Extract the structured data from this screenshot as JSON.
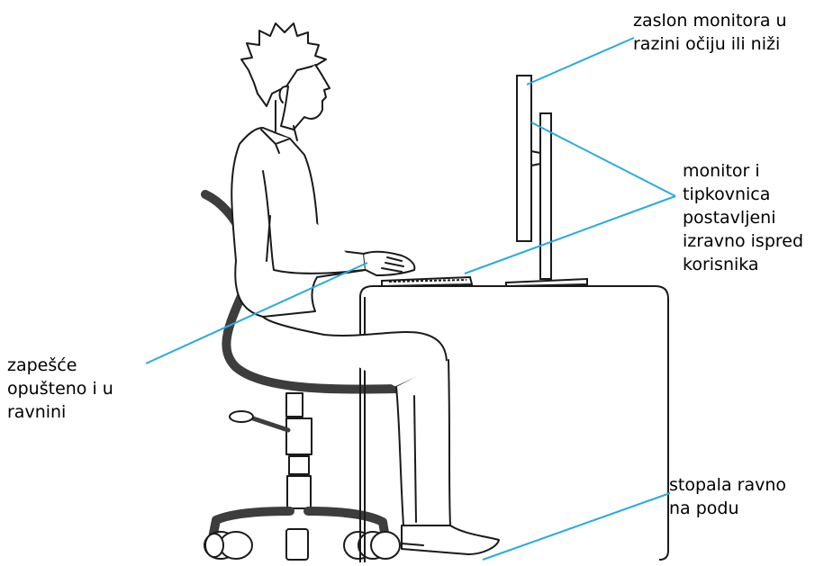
{
  "diagram": {
    "colors": {
      "drawing": "#1a1a1a",
      "chair": "#3d3d3d",
      "callout": "#29aae1",
      "background": "#ffffff"
    },
    "labels": {
      "monitor_eye_level": "zaslon monitora u\nrazini očiju ili niži",
      "monitor_keyboard_front": "monitor i\ntipkovnica\npostavljeni\nizravno ispred\nkorisnika",
      "wrist_relaxed": "zapešće\nopušteno i u\nravnini",
      "feet_flat": "stopala ravno\nna podu"
    }
  }
}
